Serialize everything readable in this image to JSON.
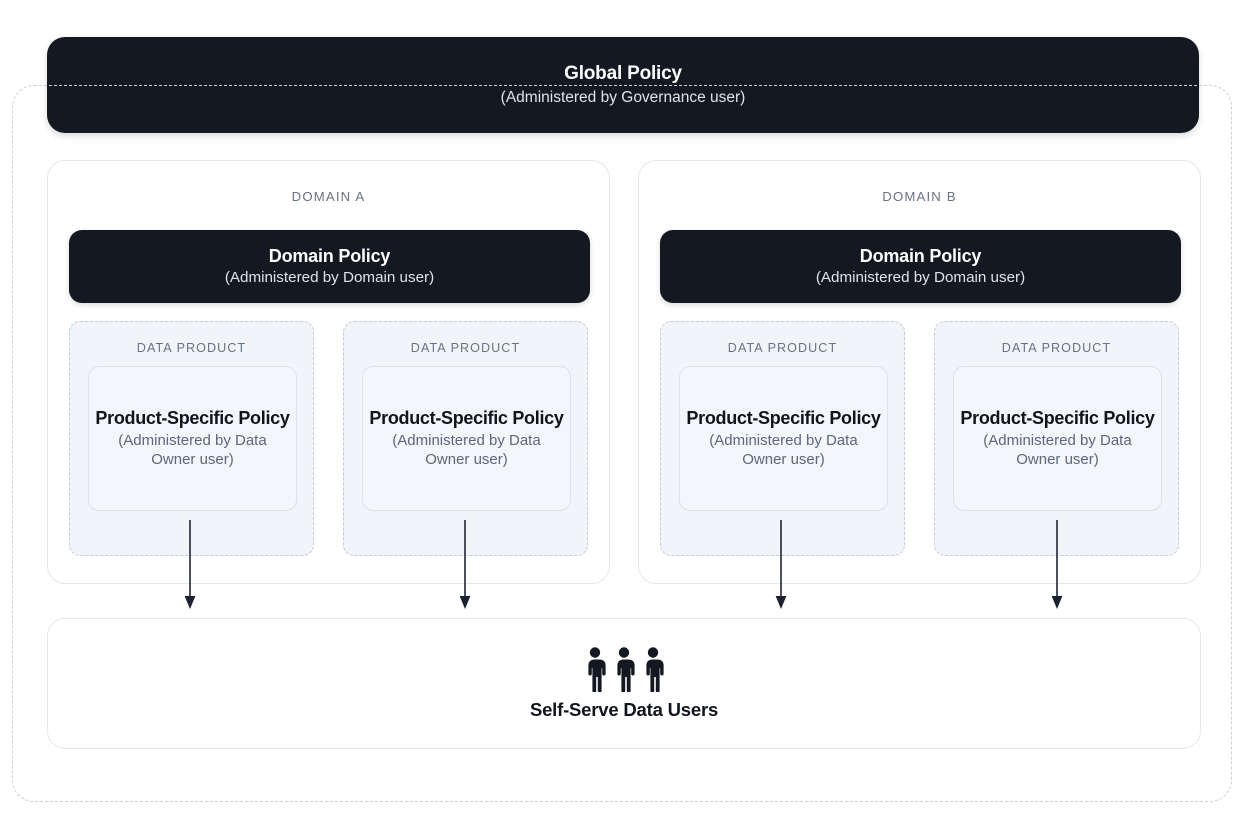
{
  "diagram": {
    "global_policy": {
      "title": "Global Policy",
      "subtitle": "(Administered by Governance user)"
    },
    "domains": [
      {
        "label": "DOMAIN A",
        "domain_policy": {
          "title": "Domain Policy",
          "subtitle": "(Administered by Domain user)"
        },
        "data_products": [
          {
            "label": "DATA PRODUCT",
            "policy_title": "Product-Specific Policy",
            "policy_subtitle": "(Administered by Data Owner user)"
          },
          {
            "label": "DATA PRODUCT",
            "policy_title": "Product-Specific Policy",
            "policy_subtitle": "(Administered by Data Owner user)"
          }
        ]
      },
      {
        "label": "DOMAIN B",
        "domain_policy": {
          "title": "Domain Policy",
          "subtitle": "(Administered by Domain user)"
        },
        "data_products": [
          {
            "label": "DATA PRODUCT",
            "policy_title": "Product-Specific Policy",
            "policy_subtitle": "(Administered by Data Owner user)"
          },
          {
            "label": "DATA PRODUCT",
            "policy_title": "Product-Specific Policy",
            "policy_subtitle": "(Administered by Data Owner user)"
          }
        ]
      }
    ],
    "consumers": {
      "label": "Self-Serve Data Users",
      "icon_count": 3,
      "icon_name": "person-icon"
    },
    "arrows": {
      "count": 4,
      "direction": "down",
      "icon_name": "down-arrow"
    },
    "colors": {
      "dark_panel": "#141821",
      "dark_panel_text": "#ffffff",
      "dark_panel_subtext": "#dfe3ea",
      "card_border": "#e3e7ee",
      "dashed_border": "#c9cfdb",
      "data_product_fill": "#f1f5f9",
      "muted_label": "#697387",
      "body_text": "#10141c",
      "arrow": "#2b3240",
      "background": "#ffffff"
    }
  }
}
